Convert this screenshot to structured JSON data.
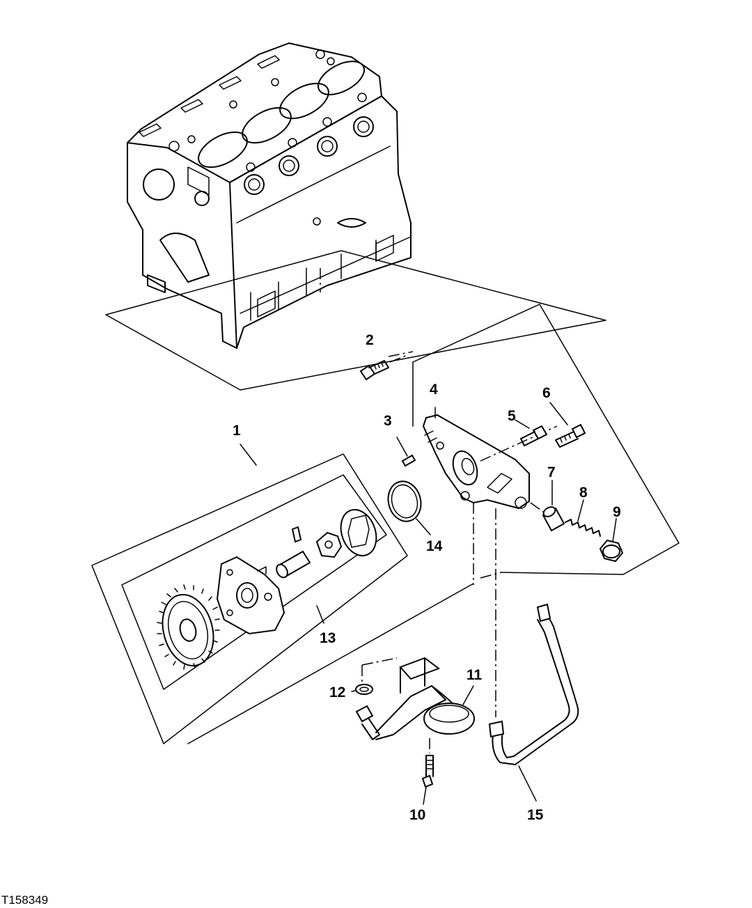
{
  "figure_id": "T158349",
  "callouts": [
    "1",
    "2",
    "3",
    "4",
    "5",
    "6",
    "7",
    "8",
    "9",
    "10",
    "11",
    "12",
    "13",
    "14",
    "15"
  ]
}
